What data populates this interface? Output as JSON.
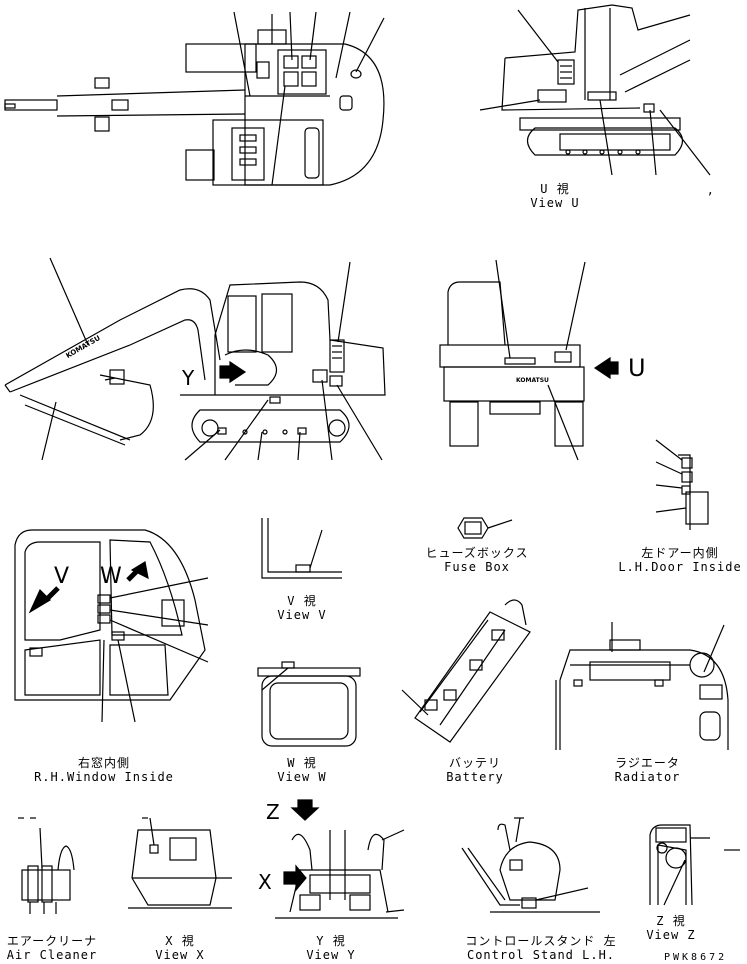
{
  "views": {
    "u": {
      "jp": "U 視",
      "en": "View U"
    },
    "v": {
      "jp": "V 視",
      "en": "View V"
    },
    "w": {
      "jp": "W 視",
      "en": "View W"
    },
    "x": {
      "jp": "X 視",
      "en": "View X"
    },
    "y": {
      "jp": "Y 視",
      "en": "View Y"
    },
    "z": {
      "jp": "Z 視",
      "en": "View Z"
    }
  },
  "parts": {
    "fuse_box": {
      "jp": "ヒューズボックス",
      "en": "Fuse Box"
    },
    "lh_door": {
      "jp": "左ドアー内側",
      "en": "L.H.Door Inside"
    },
    "rh_window": {
      "jp": "右窓内側",
      "en": "R.H.Window Inside"
    },
    "battery": {
      "jp": "バッテリ",
      "en": "Battery"
    },
    "radiator": {
      "jp": "ラジエータ",
      "en": "Radiator"
    },
    "air_cleaner": {
      "jp": "エアークリーナ",
      "en": "Air Cleaner"
    },
    "control_stand": {
      "jp": "コントロールスタンド 左",
      "en": "Control Stand L.H."
    }
  },
  "markers": {
    "u": "U",
    "v": "V",
    "w": "W",
    "x": "X",
    "y": "Y",
    "z": "Z",
    "brand": "KOMATSU",
    "comma": ","
  },
  "drawing_ref": "PWK8672"
}
